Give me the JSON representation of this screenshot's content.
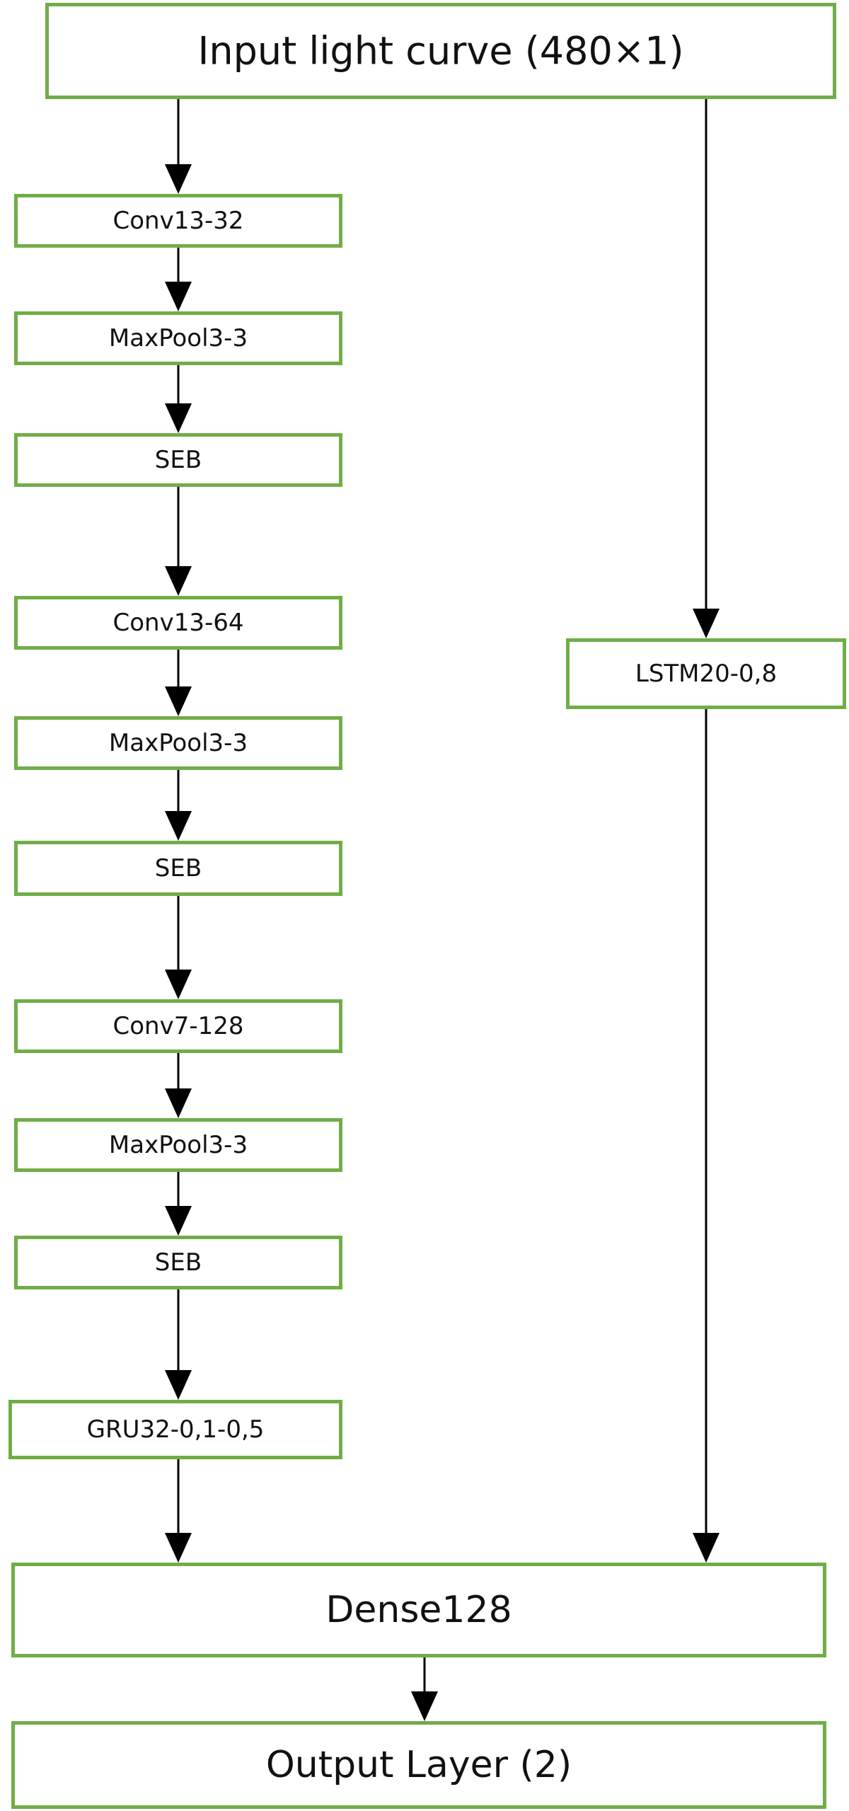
{
  "colors": {
    "box_border": "#70ad47",
    "arrow": "#000000",
    "text": "#111111",
    "background": "#ffffff"
  },
  "nodes": [
    {
      "id": "input",
      "label": "Input light curve (480×1)"
    },
    {
      "id": "conv1",
      "label": "Conv13-32"
    },
    {
      "id": "pool1",
      "label": "MaxPool3-3"
    },
    {
      "id": "seb1",
      "label": "SEB"
    },
    {
      "id": "conv2",
      "label": "Conv13-64"
    },
    {
      "id": "pool2",
      "label": "MaxPool3-3"
    },
    {
      "id": "seb2",
      "label": "SEB"
    },
    {
      "id": "conv3",
      "label": "Conv7-128"
    },
    {
      "id": "pool3",
      "label": "MaxPool3-3"
    },
    {
      "id": "seb3",
      "label": "SEB"
    },
    {
      "id": "gru",
      "label": "GRU32-0,1-0,5"
    },
    {
      "id": "lstm",
      "label": "LSTM20-0,8"
    },
    {
      "id": "dense",
      "label": "Dense128"
    },
    {
      "id": "output",
      "label": "Output Layer (2)"
    }
  ],
  "edges": [
    {
      "from": "input",
      "to": "conv1"
    },
    {
      "from": "conv1",
      "to": "pool1"
    },
    {
      "from": "pool1",
      "to": "seb1"
    },
    {
      "from": "seb1",
      "to": "conv2"
    },
    {
      "from": "conv2",
      "to": "pool2"
    },
    {
      "from": "pool2",
      "to": "seb2"
    },
    {
      "from": "seb2",
      "to": "conv3"
    },
    {
      "from": "conv3",
      "to": "pool3"
    },
    {
      "from": "pool3",
      "to": "seb3"
    },
    {
      "from": "seb3",
      "to": "gru"
    },
    {
      "from": "gru",
      "to": "dense"
    },
    {
      "from": "input",
      "to": "lstm"
    },
    {
      "from": "lstm",
      "to": "dense"
    },
    {
      "from": "dense",
      "to": "output"
    }
  ]
}
